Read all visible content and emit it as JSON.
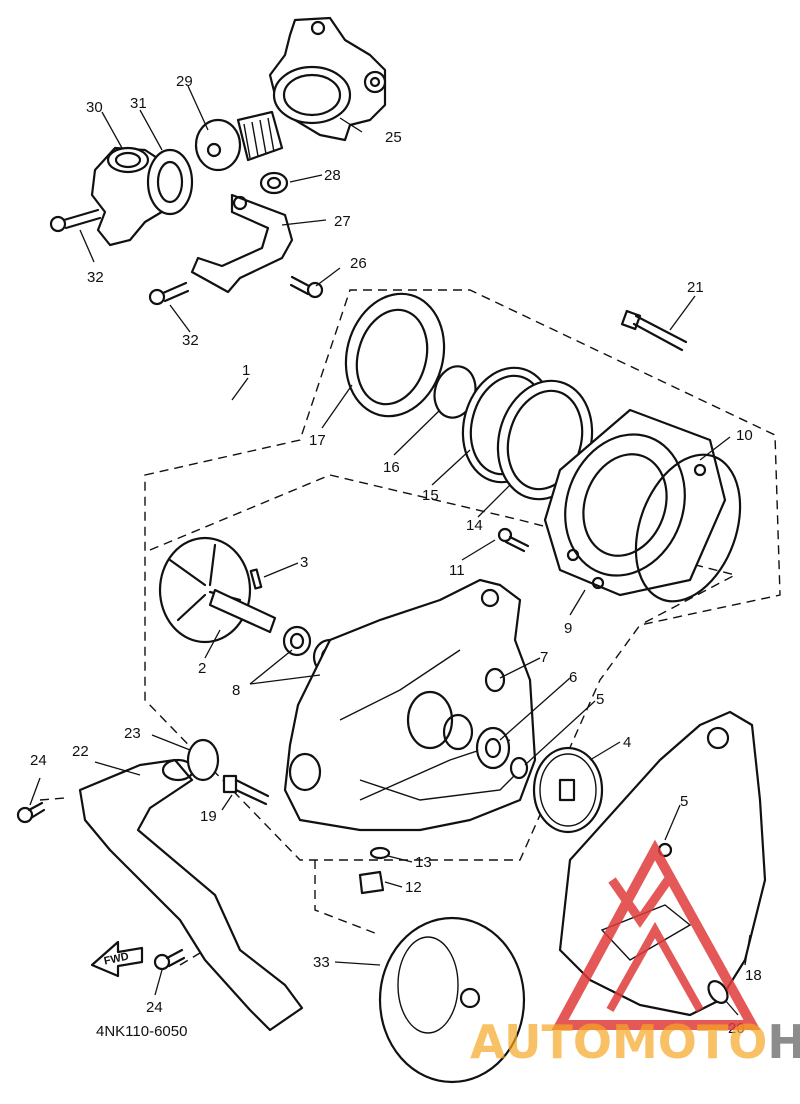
{
  "diagram_code": "4NK110-6050",
  "fwd_label": "FWD",
  "watermark": {
    "part1": "AUTOMOTO",
    "part2": "HUB",
    "color1": "#f5a623",
    "color2": "#7f7f7f",
    "logo_color": "#e03b3b"
  },
  "callouts": {
    "c1": "1",
    "c2": "2",
    "c3": "3",
    "c4": "4",
    "c5a": "5",
    "c5b": "5",
    "c6": "6",
    "c7": "7",
    "c8": "8",
    "c9": "9",
    "c10": "10",
    "c11": "11",
    "c12": "12",
    "c13": "13",
    "c14": "14",
    "c15": "15",
    "c16": "16",
    "c17": "17",
    "c18": "18",
    "c19": "19",
    "c20": "20",
    "c21": "21",
    "c22": "22",
    "c23": "23",
    "c24a": "24",
    "c24b": "24",
    "c25": "25",
    "c26": "26",
    "c27": "27",
    "c28": "28",
    "c29": "29",
    "c30": "30",
    "c31": "31",
    "c32a": "32",
    "c32b": "32",
    "c33": "33"
  }
}
